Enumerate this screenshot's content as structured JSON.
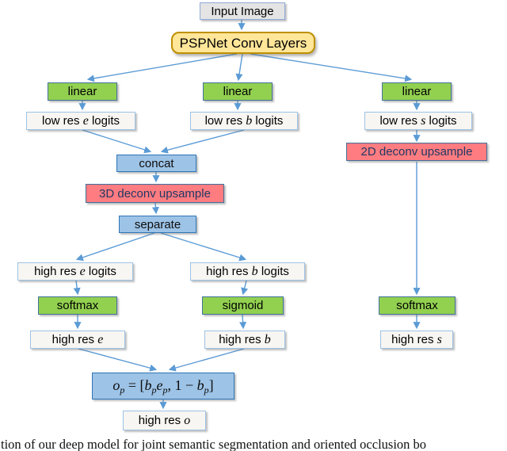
{
  "figure": {
    "type": "model-architecture-flowchart",
    "colors": {
      "arrow": "#5B9BD5",
      "green_fill": "#92D050",
      "red_fill": "#FF7C80",
      "blue_fill": "#9DC3E6",
      "blue_border": "#2E75B6",
      "yellow_fill": "#FFE699",
      "yellow_border": "#BF9000",
      "gray_fill": "#E4E4E4",
      "white_fill": "#F7F6F2",
      "light_blue_border": "#9DC3E6"
    },
    "nodes": {
      "input_image": {
        "label": "Input Image"
      },
      "pspnet": {
        "label": "PSPNet Conv Layers"
      },
      "linear_e": {
        "label": "linear"
      },
      "linear_b": {
        "label": "linear"
      },
      "linear_s": {
        "label": "linear"
      },
      "low_res_e_logits": {
        "pre": "low res ",
        "var": "e",
        "post": " logits"
      },
      "low_res_b_logits": {
        "pre": "low res ",
        "var": "b",
        "post": " logits"
      },
      "low_res_s_logits": {
        "pre": "low res ",
        "var": "s",
        "post": " logits"
      },
      "deconv_2d": {
        "label": "2D deconv upsample"
      },
      "concat": {
        "label": "concat"
      },
      "deconv_3d": {
        "label": "3D deconv upsample"
      },
      "separate": {
        "label": "separate"
      },
      "high_res_e_logits": {
        "pre": "high res ",
        "var": "e",
        "post": " logits"
      },
      "high_res_b_logits": {
        "pre": "high res ",
        "var": "b",
        "post": " logits"
      },
      "softmax_e": {
        "label": "softmax"
      },
      "sigmoid_b": {
        "label": "sigmoid"
      },
      "softmax_s": {
        "label": "softmax"
      },
      "high_res_e": {
        "pre": "high res ",
        "var": "e",
        "post": ""
      },
      "high_res_b": {
        "pre": "high res ",
        "var": "b",
        "post": ""
      },
      "high_res_s": {
        "pre": "high res ",
        "var": "s",
        "post": ""
      },
      "high_res_o": {
        "pre": "high res ",
        "var": "o",
        "post": ""
      },
      "formula": {
        "v1": "o",
        "s1": "p",
        "t1": " = [",
        "v2": "b",
        "s2": "p",
        "v3": "e",
        "s3": "p",
        "t2": ", 1 − ",
        "v4": "b",
        "s4": "p",
        "t3": "]"
      }
    },
    "caption": {
      "visible_text": "tion of our deep model for joint semantic segmentation and oriented occlusion bo"
    }
  }
}
